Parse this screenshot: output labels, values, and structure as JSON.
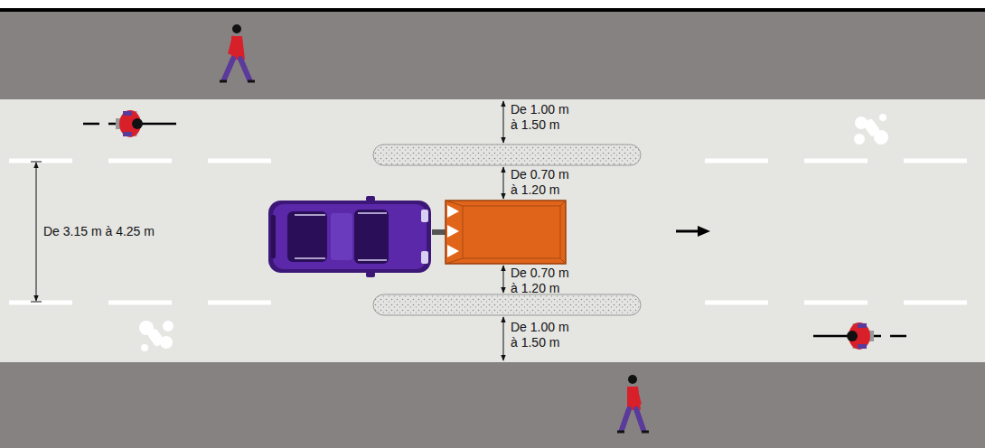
{
  "diagram": {
    "labels": [
      "De 1.00 m à 1.50 m",
      "De 0.70 m à 1.20 m",
      "De 3.15 m à 4.25 m",
      "De 0.70 m à 1.20 m",
      "De 1.00 m à 1.50 m"
    ]
  }
}
